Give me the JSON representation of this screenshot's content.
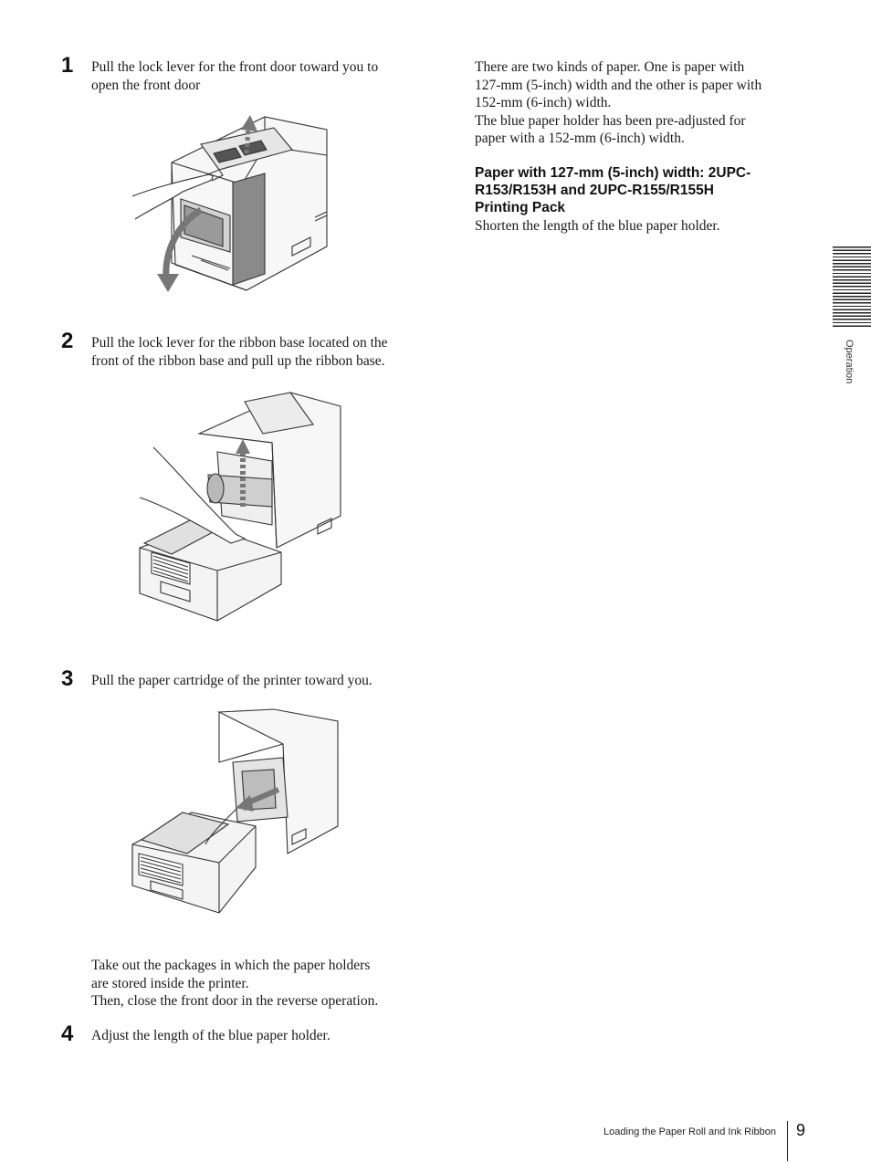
{
  "steps": [
    {
      "number": "1",
      "text_lines": [
        "Pull the lock lever for the front door toward you to",
        "open the front door"
      ]
    },
    {
      "number": "2",
      "text_lines": [
        "Pull the lock lever for the ribbon base located on the",
        "front of the ribbon base and pull up the ribbon base."
      ]
    },
    {
      "number": "3",
      "text_lines": [
        "Pull the paper cartridge of the printer toward you."
      ]
    },
    {
      "number": "4",
      "text_lines": [
        "Adjust the length of the blue paper holder."
      ]
    }
  ],
  "step3_note_lines": [
    "Take out the packages in which the paper holders",
    "are stored inside the printer.",
    "Then, close the front door in the reverse operation."
  ],
  "right_column": {
    "intro_lines": [
      "There are two kinds of paper. One is paper with",
      "127-mm (5-inch) width and the other is paper with",
      "152-mm (6-inch) width.",
      "The blue paper holder has been pre-adjusted for",
      "paper with a 152-mm (6-inch) width."
    ],
    "heading_lines": [
      "Paper with 127-mm (5-inch) width: 2UPC-",
      "R153/R153H and 2UPC-R155/R155H",
      "Printing Pack"
    ],
    "heading_body": "Shorten the length of the blue paper holder."
  },
  "side_tab": {
    "label": "Operation"
  },
  "footer": {
    "section_title": "Loading the Paper Roll and Ink Ribbon",
    "page_number": "9"
  }
}
